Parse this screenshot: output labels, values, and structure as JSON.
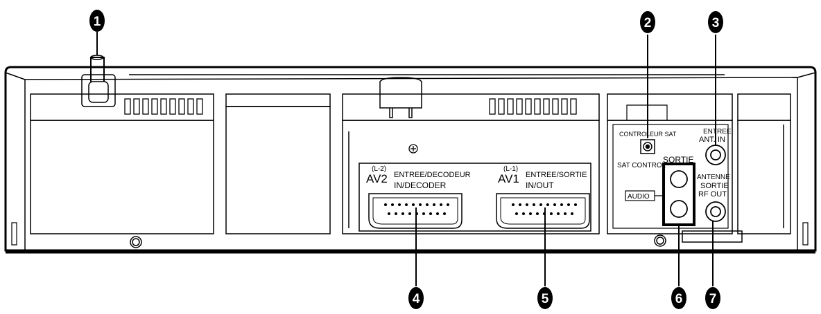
{
  "callouts": [
    "1",
    "2",
    "3",
    "4",
    "5",
    "6",
    "7"
  ],
  "labels": {
    "av2_sub": "(L-2)",
    "av2": "AV2",
    "av2_line1": "ENTREE/DECODEUR",
    "av2_line2": "IN/DECODER",
    "av1_sub": "(L-1)",
    "av1": "AV1",
    "av1_line1": "ENTREE/SORTIE",
    "av1_line2": "IN/OUT",
    "sat_fr": "CONTROLEUR SAT",
    "sat_en": "SAT CONTROL",
    "audio": "AUDIO",
    "sortie": "SORTIE",
    "out": "OUT",
    "entree": "ENTREE",
    "ant_in": "ANT. IN",
    "antenne": "ANTENNE",
    "sortie_rf": "SORTIE",
    "rf_out": "RF OUT"
  }
}
